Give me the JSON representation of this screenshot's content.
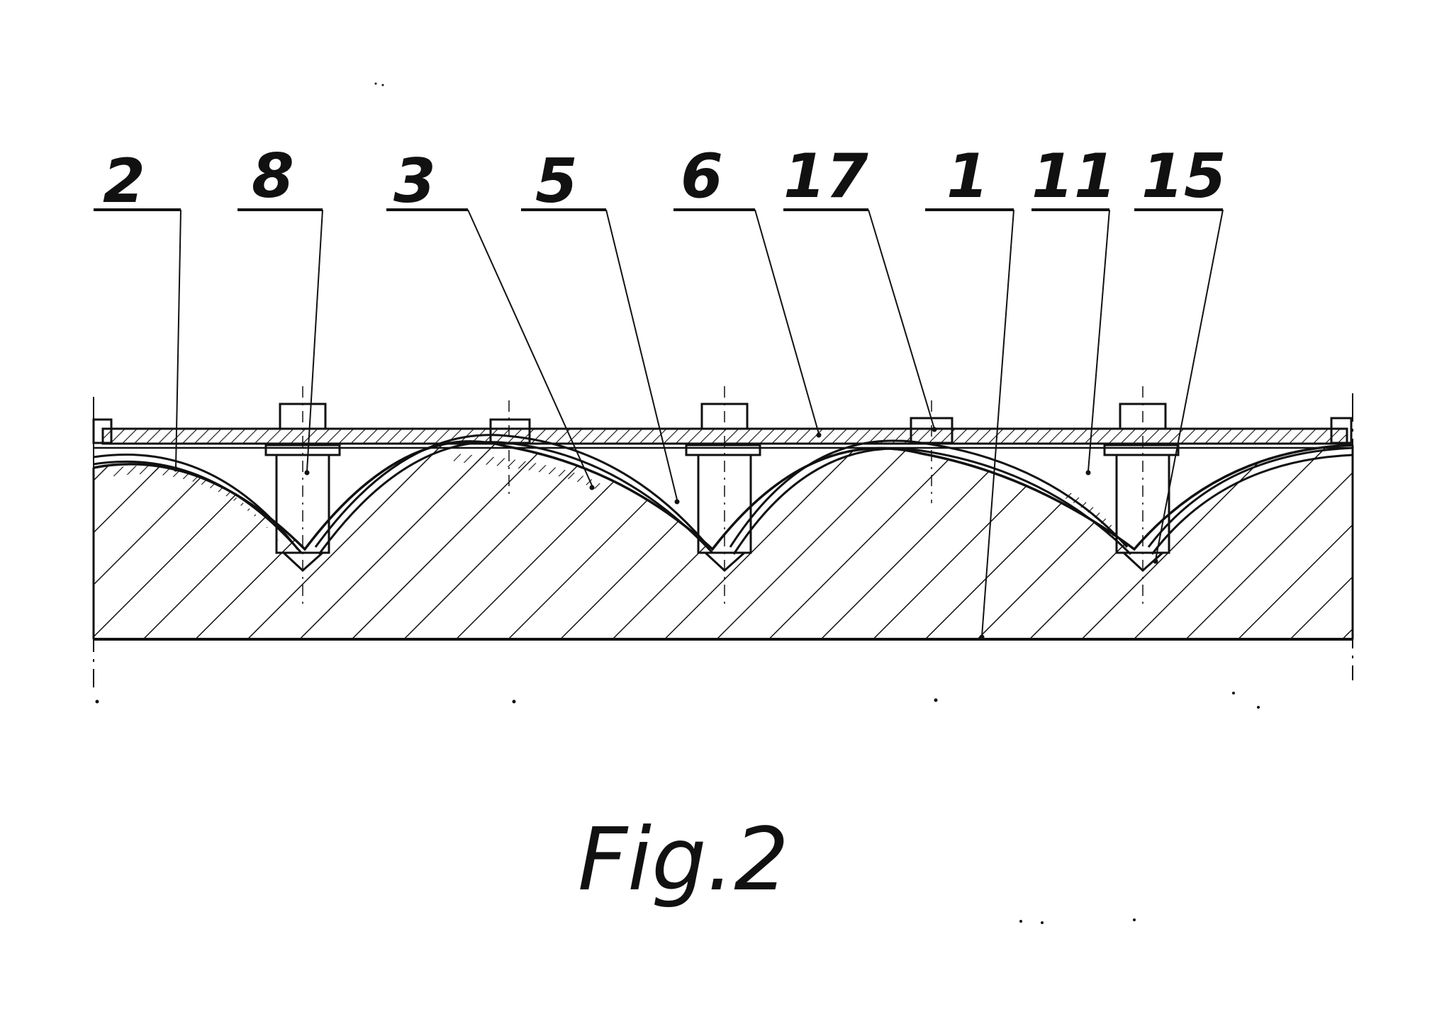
{
  "figure": {
    "caption": "Fig.2",
    "labels": [
      "2",
      "8",
      "3",
      "5",
      "6",
      "17",
      "1",
      "11",
      "15"
    ]
  },
  "colors": {
    "ink": "#111111",
    "paper": "#ffffff"
  }
}
